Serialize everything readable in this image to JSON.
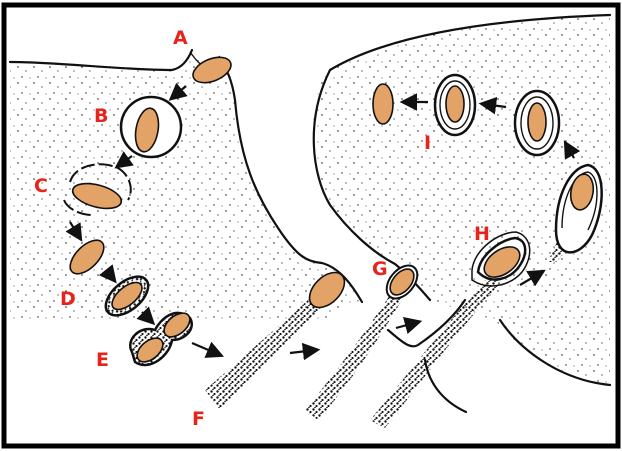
{
  "diagram": {
    "colors": {
      "cell_fill": "#e3a266",
      "label_color": "#e8231c",
      "ink": "#111111",
      "background": "#ffffff",
      "frame": "#000000"
    },
    "stages": [
      {
        "id": "A",
        "label": "A"
      },
      {
        "id": "B",
        "label": "B"
      },
      {
        "id": "C",
        "label": "C"
      },
      {
        "id": "D",
        "label": "D"
      },
      {
        "id": "E",
        "label": "E"
      },
      {
        "id": "F",
        "label": "F"
      },
      {
        "id": "G",
        "label": "G"
      },
      {
        "id": "H",
        "label": "H"
      },
      {
        "id": "I",
        "label": "I"
      }
    ]
  }
}
